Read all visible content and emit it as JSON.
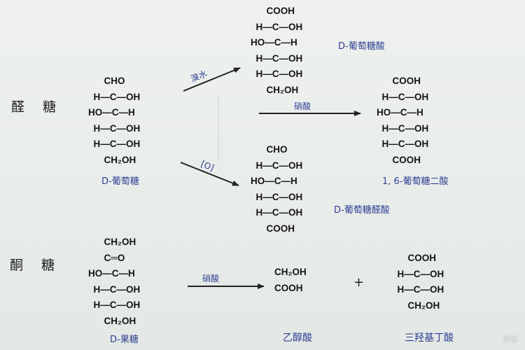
{
  "sections": {
    "aldose_heading": "醛 糖",
    "ketose_heading": "酮 糖"
  },
  "glucose": {
    "formula": "      CHO\n  H—C—OH\nHO—C—H\n  H—C—OH\n  H—C—OH\n      CH₂OH",
    "name": "D-葡萄糖"
  },
  "gluconic_acid": {
    "formula": "      COOH\n  H—C—OH\nHO—C—H\n  H—C—OH\n  H—C—OH\n      CH₂OH",
    "name": "D-葡萄糖酸"
  },
  "glucaric_acid": {
    "formula": "      COOH\n  H—C—OH\nHO—C—H\n  H—C—OH\n  H—C—OH\n      COOH",
    "name": "1, 6-葡萄糖二酸"
  },
  "glucuronic_acid": {
    "formula": "      CHO\n  H—C—OH\nHO—C—H\n  H—C—OH\n  H—C—OH\n      COOH",
    "name": "D-葡萄糖醛酸"
  },
  "fructose": {
    "formula": "      CH₂OH\n      C═O\nHO—C—H\n  H—C—OH\n  H—C—OH\n      CH₂OH",
    "name": "D-果糖"
  },
  "glycolic_acid": {
    "formula": "CH₂OH\nCOOH",
    "name": "乙醇酸"
  },
  "trihydroxybutyric_acid": {
    "formula": "      COOH\n  H—C—OH\n  H—C—OH\n      CH₂OH",
    "name": "三羟基丁酸"
  },
  "reactions": {
    "bromine_water": "溴水",
    "nitric_acid_1": "硝酸",
    "oxidation": "[O]",
    "nitric_acid_2": "硝酸",
    "plus": "+"
  },
  "watermark": "手水"
}
